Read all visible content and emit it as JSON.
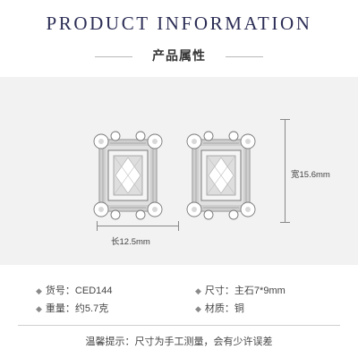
{
  "header": {
    "title_en": "PRODUCT INFORMATION",
    "title_cn": "产品属性"
  },
  "dimensions": {
    "length_label": "长12.5mm",
    "width_label": "宽15.6mm"
  },
  "specs": {
    "item_no": "货号：CED144",
    "weight": "重量：约5.7克",
    "size": "尺寸：主石7*9mm",
    "material": "材质：铜"
  },
  "note": "温馨提示：尺寸为手工测量，会有少许误差",
  "colors": {
    "title": "#2b2d55",
    "background": "#f2f2f2",
    "metal": "#c9c9c9"
  }
}
